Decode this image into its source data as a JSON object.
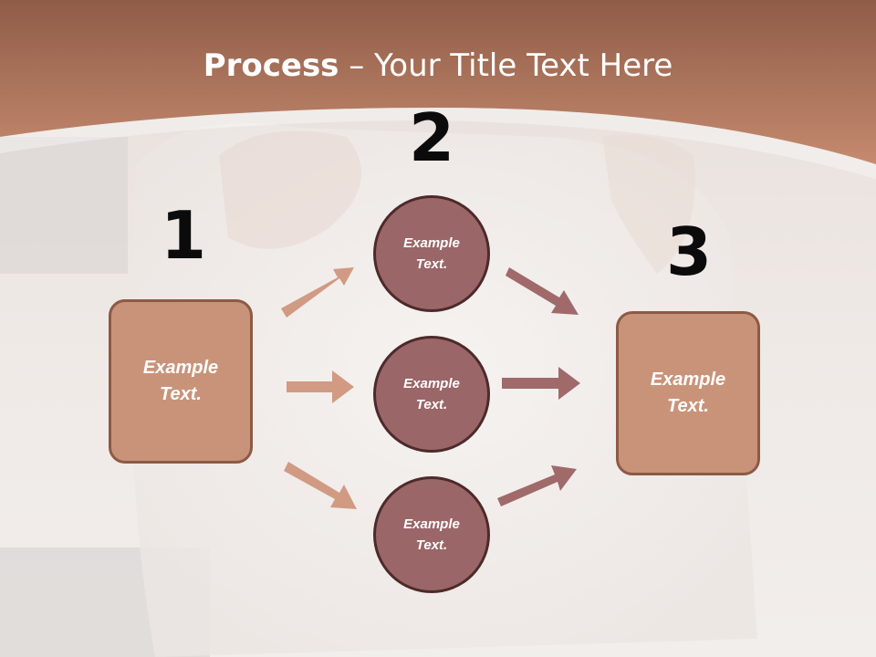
{
  "title": {
    "bold": "Process",
    "rest": " – Your Title Text Here"
  },
  "steps": {
    "one": "1",
    "two": "2",
    "three": "3"
  },
  "left_box": {
    "text": "Example\nText."
  },
  "right_box": {
    "text": "Example\nText."
  },
  "circles": [
    {
      "text": "Example\nText."
    },
    {
      "text": "Example\nText."
    },
    {
      "text": "Example\nText."
    }
  ],
  "colors": {
    "header": "#b87a62",
    "box_fill": "#c9937a",
    "circle_fill": "#9a6668",
    "arrow_left": "#d19a83",
    "arrow_right": "#a06a6a"
  }
}
